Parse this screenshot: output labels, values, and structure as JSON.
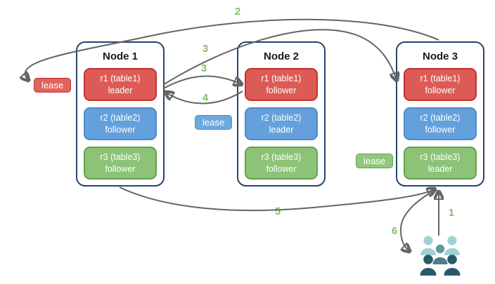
{
  "nodes": [
    {
      "title": "Node 1",
      "replicas": [
        {
          "label": "r1 (table1)",
          "role": "leader",
          "color": "#dd5b56"
        },
        {
          "label": "r2 (table2)",
          "role": "follower",
          "color": "#64a0dc"
        },
        {
          "label": "r3 (table3)",
          "role": "follower",
          "color": "#8cc377"
        }
      ]
    },
    {
      "title": "Node 2",
      "replicas": [
        {
          "label": "r1 (table1)",
          "role": "follower",
          "color": "#dd5b56"
        },
        {
          "label": "r2 (table2)",
          "role": "leader",
          "color": "#64a0dc"
        },
        {
          "label": "r3 (table3)",
          "role": "follower",
          "color": "#8cc377"
        }
      ]
    },
    {
      "title": "Node 3",
      "replicas": [
        {
          "label": "r1 (table1)",
          "role": "follower",
          "color": "#dd5b56"
        },
        {
          "label": "r2 (table2)",
          "role": "follower",
          "color": "#64a0dc"
        },
        {
          "label": "r3 (table3)",
          "role": "leader",
          "color": "#8cc377"
        }
      ]
    }
  ],
  "leases": [
    {
      "label": "lease",
      "color": "#e0635e"
    },
    {
      "label": "lease",
      "color": "#6ea9de"
    },
    {
      "label": "lease",
      "color": "#93c67e"
    }
  ],
  "steps": {
    "s1": "1",
    "s2": "2",
    "s3a": "3",
    "s3b": "3",
    "s4": "4",
    "s5": "5",
    "s6": "6"
  },
  "icons": {
    "users_group": "users-group-icon"
  },
  "colors": {
    "node_border": "#26456e",
    "arrow": "#646464",
    "step_label": "#85bb68",
    "replica_red_border": "#c5302c",
    "replica_blue_border": "#4f8bc9",
    "replica_green_border": "#62a24c",
    "people_light": "#a0d2d5",
    "people_medium": "#5e98a0",
    "people_medium_body": "#507e8b",
    "people_dark": "#2a5869"
  }
}
